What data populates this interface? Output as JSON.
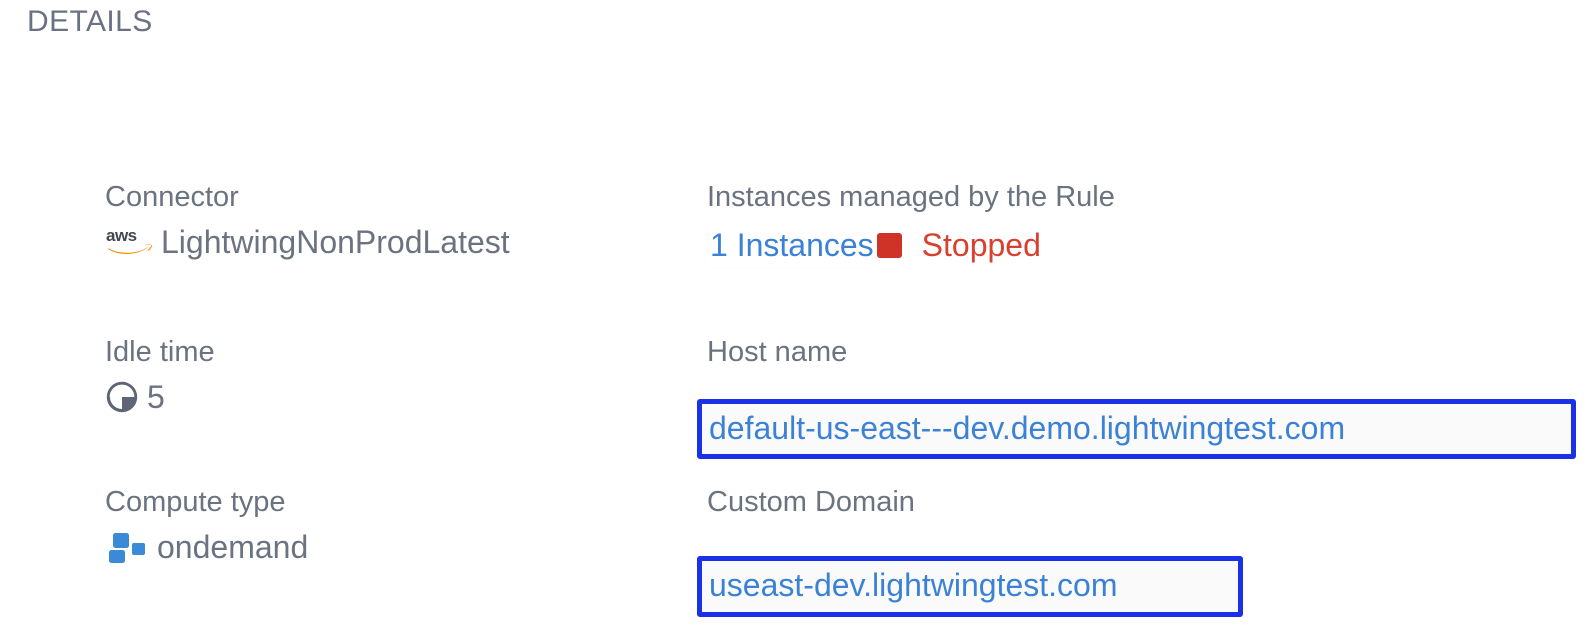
{
  "section": {
    "title": "DETAILS"
  },
  "colors": {
    "label_gray": "#6b7280",
    "heading_gray": "#6b7185",
    "link_blue": "#3b82d6",
    "highlight_blue": "#1a31e8",
    "status_red": "#d8402f",
    "status_swatch_red": "#cf3227",
    "compute_icon_blue": "#3b8ad8",
    "aws_swoosh_orange": "#f2960b",
    "page_background": "#ffffff"
  },
  "fields": {
    "connector": {
      "label": "Connector",
      "value": "LightwingNonProdLatest",
      "icon": "aws-logo-icon"
    },
    "instances": {
      "label": "Instances managed by the Rule",
      "count_label": "1 Instances",
      "status_label": "Stopped",
      "status_icon": "stopped-square-icon"
    },
    "idle_time": {
      "label": "Idle time",
      "value": "5",
      "icon": "clock-icon"
    },
    "host_name": {
      "label": "Host name",
      "value": "default-us-east---dev.demo.lightwingtest.com",
      "highlighted": "true"
    },
    "compute_type": {
      "label": "Compute type",
      "value": "ondemand",
      "icon": "compute-blocks-icon"
    },
    "custom_domain": {
      "label": "Custom Domain",
      "value": "useast-dev.lightwingtest.com",
      "highlighted": "true"
    }
  }
}
